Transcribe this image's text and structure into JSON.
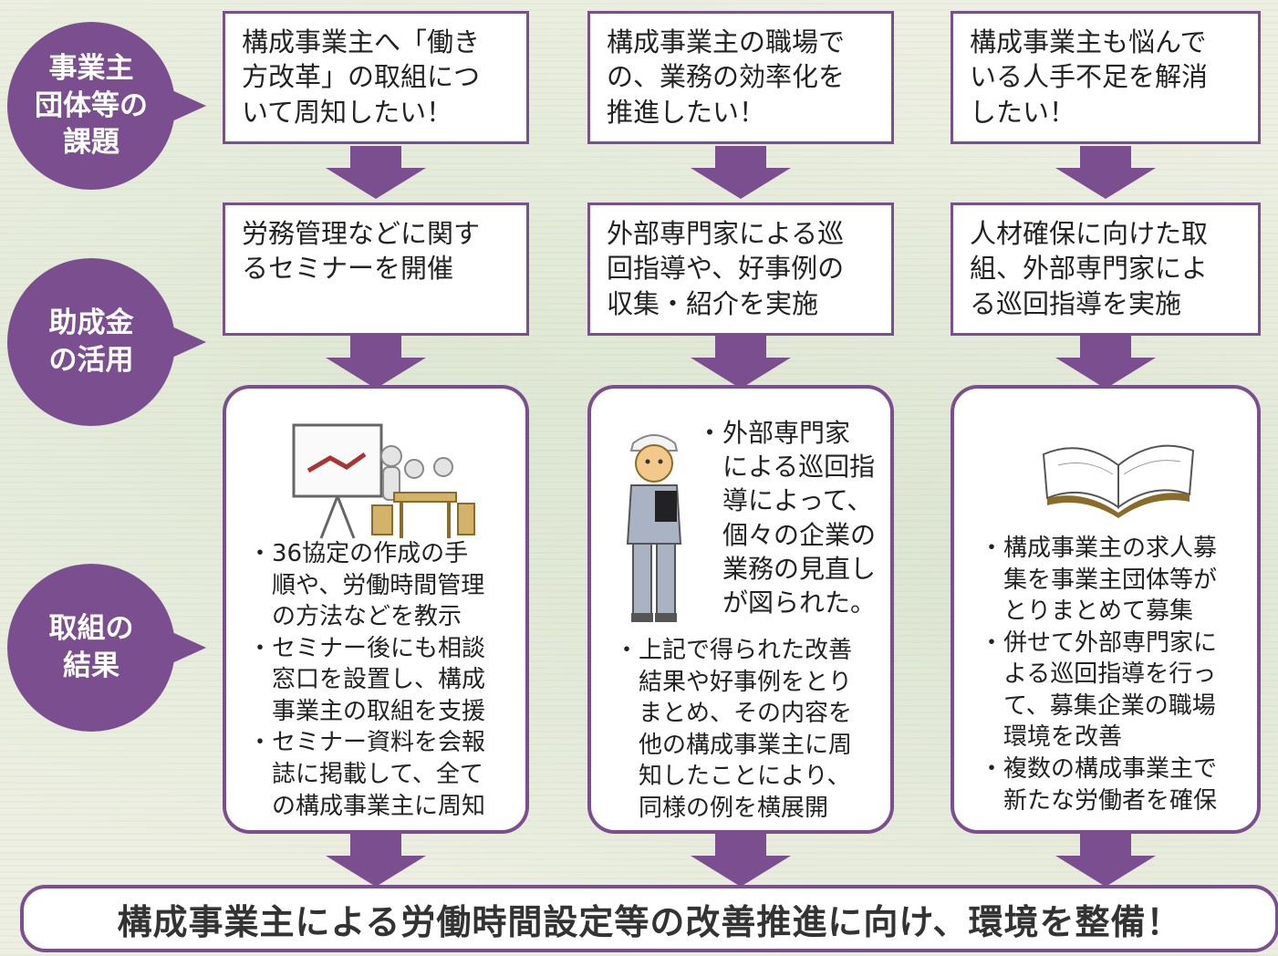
{
  "labels": {
    "challenge": "事業主\n団体等の\n課題",
    "subsidy": "助成金\nの活用",
    "result": "取組の\n結果"
  },
  "columns": [
    {
      "challenge": "構成事業主へ「働き\n方改革」の取組につ\nいて周知したい！",
      "subsidy": "労務管理などに関す\nるセミナーを開催",
      "results": [
        "・36協定の作成の手\n　順や、労働時間管理\n　の方法などを教示",
        "・セミナー後にも相談\n　窓口を設置し、構成\n　事業主の取組を支援",
        "・セミナー資料を会報\n　誌に掲載して、全て\n　の構成事業主に周知"
      ]
    },
    {
      "challenge": "構成事業主の職場で\nの、業務の効率化を\n推進したい！",
      "subsidy": "外部専門家による巡\n回指導や、好事例の\n収集・紹介を実施",
      "results_top": [
        "・外部専門家\n　による巡回指\n　導によって、\n　個々の企業の\n　業務の見直し\n　が図られた。"
      ],
      "results": [
        "・上記で得られた改善\n　結果や好事例をとり\n　まとめ、その内容を\n　他の構成事業主に周\n　知したことにより、\n　同様の例を横展開"
      ]
    },
    {
      "challenge": "構成事業主も悩んで\nいる人手不足を解消\nしたい！",
      "subsidy": "人材確保に向けた取\n組、外部専門家によ\nる巡回指導を実施",
      "results": [
        "・構成事業主の求人募\n　集を事業主団体等が\n　とりまとめて募集",
        "・併せて外部専門家に\n　よる巡回指導を行っ\n　て、募集企業の職場\n　環境を改善",
        "・複数の構成事業主で\n　新たな労働者を確保"
      ]
    }
  ],
  "footer": "構成事業主による労働時間設定等の改善推進に向け、環境を整備！",
  "colors": {
    "accent": "#7a4e8f",
    "background": "#ecefe1"
  },
  "icons": [
    "seminar-illustration",
    "inspector-illustration",
    "open-book-illustration"
  ]
}
